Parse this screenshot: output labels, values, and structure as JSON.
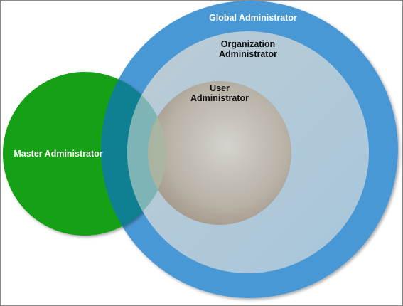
{
  "diagram": {
    "global": {
      "label": "Global Administrator",
      "color": "#4a98d6"
    },
    "organization": {
      "label_line1": "Organization",
      "label_line2": "Administrator",
      "color": "#b9cdd7"
    },
    "user": {
      "label_line1": "User",
      "label_line2": "Administrator",
      "color": "#c9c4bc"
    },
    "master": {
      "label": "Master Administrator",
      "color": "#16a016"
    }
  }
}
